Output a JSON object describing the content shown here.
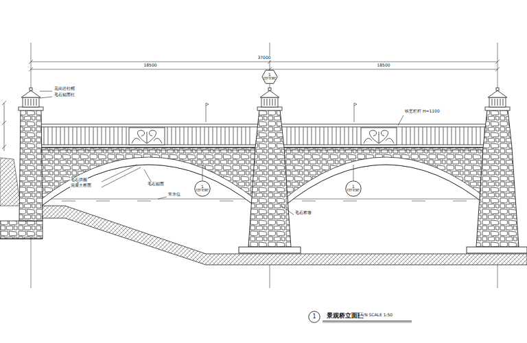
{
  "diagram": {
    "title": "景观桥立面图",
    "nodes": [
      {
        "text": [
          "1",
          "LD-3.8C"
        ]
      },
      {
        "text": [
          "1",
          "LD-3.8C"
        ]
      },
      {
        "text": [
          "1",
          "LD-3.8C"
        ]
      },
      {
        "text": [
          "1"
        ]
      }
    ],
    "labels": [
      "A/N SCALE 1:50",
      "37000",
      "18500",
      "18500",
      "花岗岩柱帽",
      "毛石贴面柱",
      "铁艺栏杆 H=1100",
      "毛石拱圈",
      "混凝土桥面",
      "毛石贴面",
      "常水位",
      "毛石桥墩"
    ]
  }
}
